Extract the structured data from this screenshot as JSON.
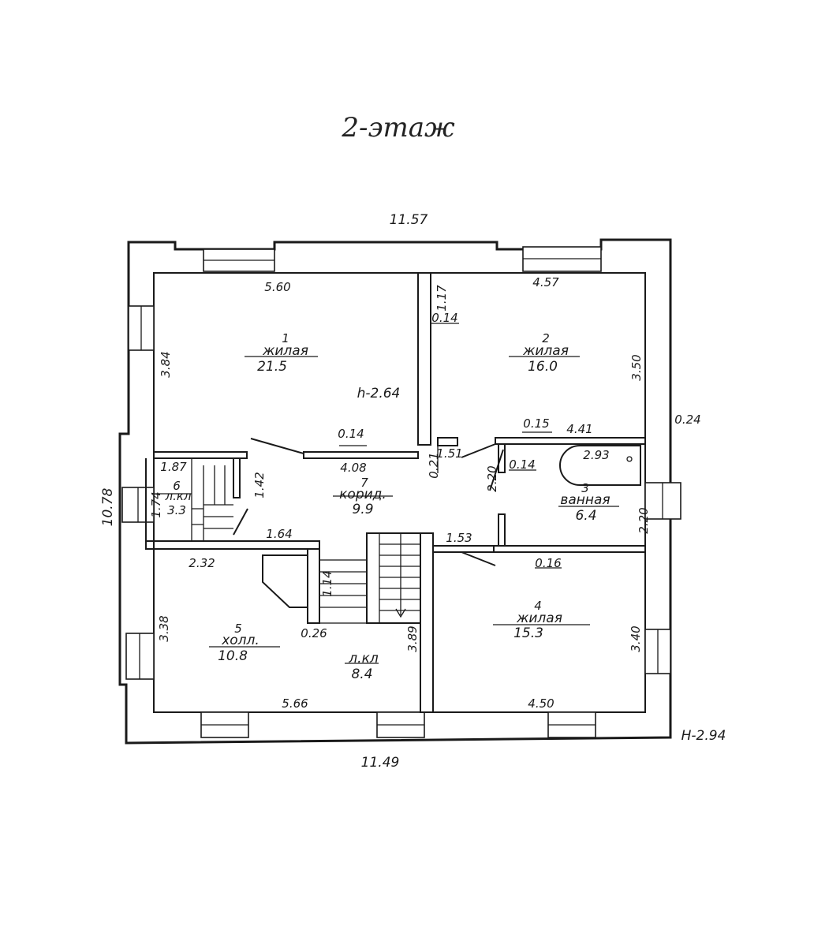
{
  "title": "2-этаж",
  "overall": {
    "top_width": "11.57",
    "bottom_width": "11.49",
    "left_height": "10.78",
    "height_mark": "H-2.94",
    "ceiling": "h-2.64",
    "wall_thickness": "0.24"
  },
  "rooms": [
    {
      "number": "1",
      "name": "жилая",
      "area": "21.5"
    },
    {
      "number": "2",
      "name": "жилая",
      "area": "16.0"
    },
    {
      "number": "3",
      "name": "ванная",
      "area": "6.4"
    },
    {
      "number": "4",
      "name": "жилая",
      "area": "15.3"
    },
    {
      "number": "5",
      "name": "холл.",
      "area": "10.8"
    },
    {
      "number": "6",
      "name": "л.кл",
      "area": "3.3"
    },
    {
      "number": "7",
      "name": "корид.",
      "area": "9.9"
    },
    {
      "number": "",
      "name": "л.кл",
      "area": "8.4"
    }
  ],
  "dims": {
    "r1_width": "5.60",
    "r1_height": "3.84",
    "r1_bottom": "4.08",
    "r1_bottom_thk": "0.14",
    "r2_width": "4.57",
    "r2_height": "3.50",
    "r2_bottom": "4.41",
    "r2_bottom_thk": "0.15",
    "niche_len": "1.17",
    "niche_thk": "0.14",
    "niche_small": "0.21",
    "corr_width": "1.51",
    "bath_width": "2.93",
    "bath_height": "2.20",
    "bath_left": "2.20",
    "bath_wall": "0.14",
    "bath_bottom_thk": "0.16",
    "stair6_width": "1.87",
    "stair6_height": "1.74",
    "stair6_door": "1.42",
    "hall_top": "1.64",
    "hall_width": "2.32",
    "hall_height": "3.38",
    "hall_bottom": "5.66",
    "hall_wall": "0.26",
    "stair_flight": "1.14",
    "stair_height": "3.89",
    "r4_top": "1.53",
    "r4_width": "4.50",
    "r4_height": "3.40"
  }
}
